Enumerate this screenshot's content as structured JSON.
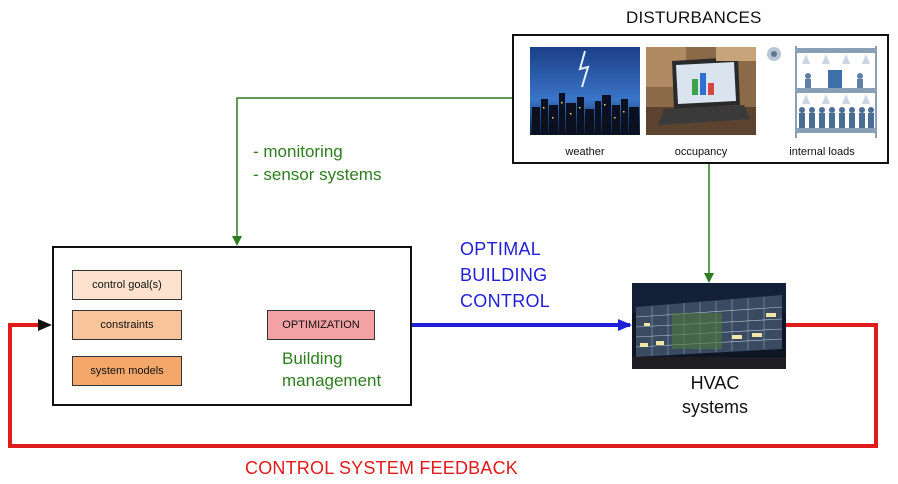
{
  "disturbances": {
    "title": "DISTURBANCES",
    "items": [
      {
        "caption": "weather"
      },
      {
        "caption": "occupancy"
      },
      {
        "caption": "internal loads"
      }
    ]
  },
  "monitoring": {
    "line1": "- monitoring",
    "line2": "- sensor systems"
  },
  "building_management": {
    "inputs": [
      {
        "label": "control goal(s)",
        "color": "#fde3cf"
      },
      {
        "label": "constraints",
        "color": "#f9c49a"
      },
      {
        "label": "system models",
        "color": "#f4a76b"
      }
    ],
    "optimization": {
      "label": "OPTIMIZATION",
      "color": "#f4a1a6"
    },
    "label_line1": "Building",
    "label_line2": "management"
  },
  "optimal_control": {
    "line1": "OPTIMAL",
    "line2": "BUILDING",
    "line3": "CONTROL",
    "color": "#1f1fd8"
  },
  "hvac": {
    "line1": "HVAC",
    "line2": "systems"
  },
  "feedback": {
    "label": "CONTROL SYSTEM FEEDBACK",
    "color": "#e01b1b"
  },
  "colors": {
    "green": "#2e7d1f",
    "blue": "#1f1fd8",
    "red": "#e01b1b"
  }
}
